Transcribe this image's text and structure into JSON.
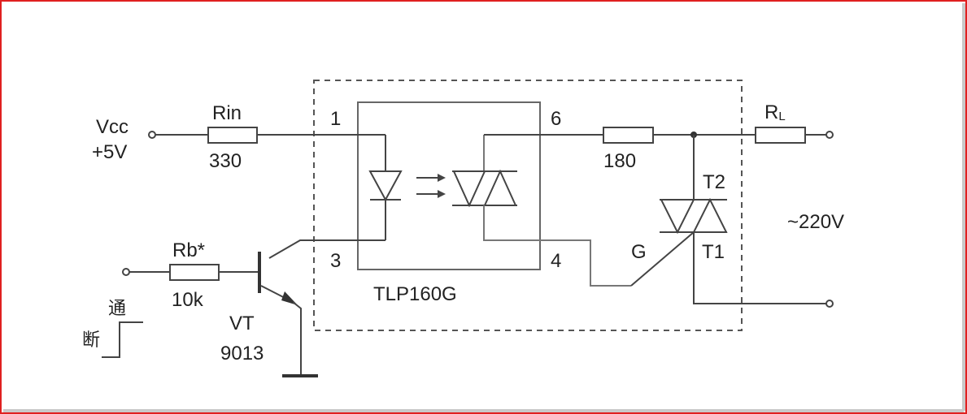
{
  "labels": {
    "vcc": "Vcc",
    "vcc_value": "+5V",
    "rin": "Rin",
    "rin_value": "330",
    "pin1": "1",
    "pin3": "3",
    "pin4": "4",
    "pin6": "6",
    "r180": "180",
    "rl_main": "R",
    "rl_sub": "L",
    "t2": "T2",
    "t1": "T1",
    "g": "G",
    "ac": "~220V",
    "rb": "Rb*",
    "rb_value": "10k",
    "vt": "VT",
    "vt_value": "9013",
    "chip": "TLP160G",
    "on": "通",
    "off": "断"
  },
  "colors": {
    "frame": "#e02020",
    "wire": "#444444"
  }
}
